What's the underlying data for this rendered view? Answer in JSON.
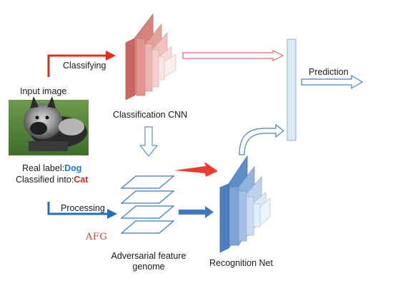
{
  "labels": {
    "classifying": "Classifying",
    "input_image": "Input image",
    "classification_cnn": "Classification CNN",
    "prediction": "Prediction",
    "real_label_prefix": "Real label:",
    "real_label_value": "Dog",
    "classified_prefix": "Classified into:",
    "classified_value": "Cat",
    "processing": "Processing",
    "afg": "AFG",
    "afg_line1": "Adversarial feature",
    "afg_line2": "genome",
    "recognition_net": "Recognition Net"
  },
  "colors": {
    "red_arrow": "#e8291c",
    "blue_arrow": "#1f6fc0",
    "cnn_dark": "#d9817c",
    "cnn_light": "#f6dcd8",
    "recog_dark": "#5f8ccb",
    "recog_light": "#dce8f6",
    "output_bar": "#dde9f6"
  },
  "icons": {
    "input_photo": "dog-photo"
  }
}
